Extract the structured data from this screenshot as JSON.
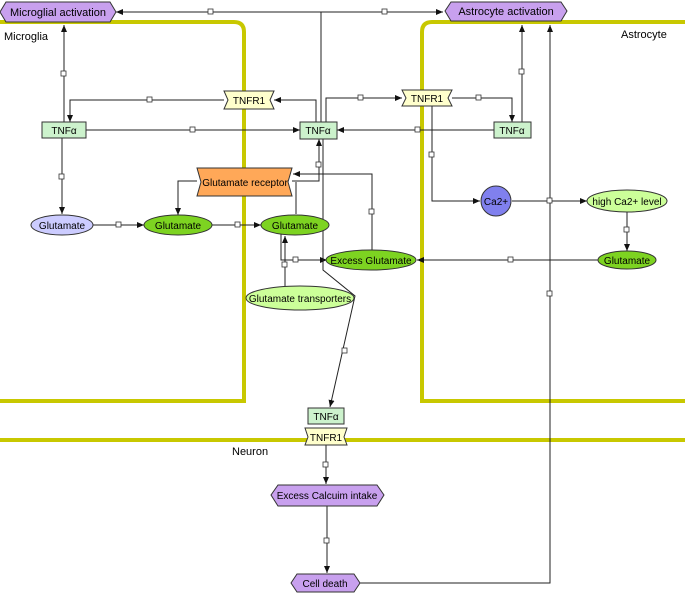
{
  "regions": {
    "microglia": "Microglia",
    "astrocyte": "Astrocyte",
    "neuron": "Neuron"
  },
  "nodes": {
    "microglial_activation": "Microglial activation",
    "astrocyte_activation": "Astrocyte activation",
    "tnfr1_left": "TNFR1",
    "tnfr1_right": "TNFR1",
    "tnfa_left": "TNFα",
    "tnfa_center": "TNFα",
    "tnfa_right": "TNFα",
    "glutamate_receptor": "Glutamate receptor",
    "ca2": "Ca2+",
    "high_ca2_level": "high Ca2+ level",
    "glutamate_blue": "Glutamate",
    "glutamate_mid": "Glutamate",
    "glutamate_right_micro": "Glutamate",
    "excess_glutamate": "Excess Glutamate",
    "glutamate_astro": "Glutamate",
    "glutamate_transporters": "Glutamate transporters",
    "tnfa_neuron": "TNFα",
    "tnfr1_neuron": "TNFR1",
    "excess_calcium_intake": "Excess Calcuim intake",
    "cell_death": "Cell death"
  },
  "colors": {
    "compartment": "#c8c800",
    "phenotype": "#c8a0ee",
    "receptor": "#ffffcc",
    "protein": "#ccf2cc",
    "metabolite": "#7dd321",
    "metabolite_light": "#ccff99",
    "metabolite_blue": "#ccccff",
    "ion": "#8080ee",
    "glutamate_receptor": "#ffa858"
  }
}
